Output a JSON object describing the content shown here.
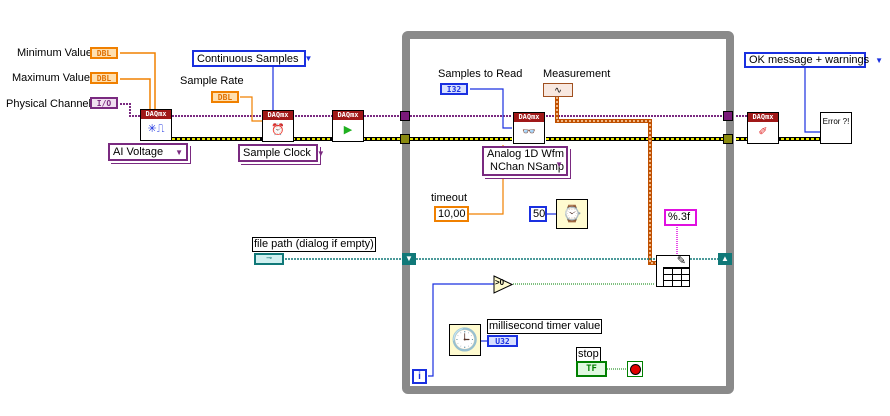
{
  "diagram": {
    "left_section": {
      "min_value_label": "Minimum Value",
      "max_value_label": "Maximum Value",
      "physical_channel_label": "Physical Channel",
      "dbl_tag": "DBL",
      "io_tag": "I/O",
      "create_channel_ring": "AI Voltage",
      "sample_mode_ring": "Continuous Samples",
      "sample_rate_label": "Sample Rate",
      "timing_ring": "Sample Clock",
      "daqmx_header": "DAQmx"
    },
    "loop": {
      "samples_to_read_label": "Samples to Read",
      "i32_tag": "I32",
      "measurement_label": "Measurement",
      "read_ring_line1": "Analog 1D Wfm",
      "read_ring_line2": "NChan NSamp",
      "timeout_label": "timeout",
      "timeout_value": "10,00",
      "wait_value": "50",
      "format_string": "%.3f",
      "file_path_label": "file path (dialog if empty)",
      "compare_label": ">0",
      "timer_label": "millisecond timer value",
      "u32_tag": "U32",
      "stop_label": "stop",
      "tf_tag": "TF",
      "iteration_label": "i"
    },
    "right_section": {
      "error_ring": "OK message + warnings",
      "error_glyph": "Error ?!"
    },
    "colors": {
      "dbl_wire": "#f08000",
      "task_wire": "#7a2a80",
      "error_wire": "#c8c800",
      "int_wire": "#1a30e0",
      "path_wire": "#107878",
      "bool_wire": "#008000",
      "string_wire": "#e010e0",
      "loop_border": "#8a8a8a"
    }
  }
}
